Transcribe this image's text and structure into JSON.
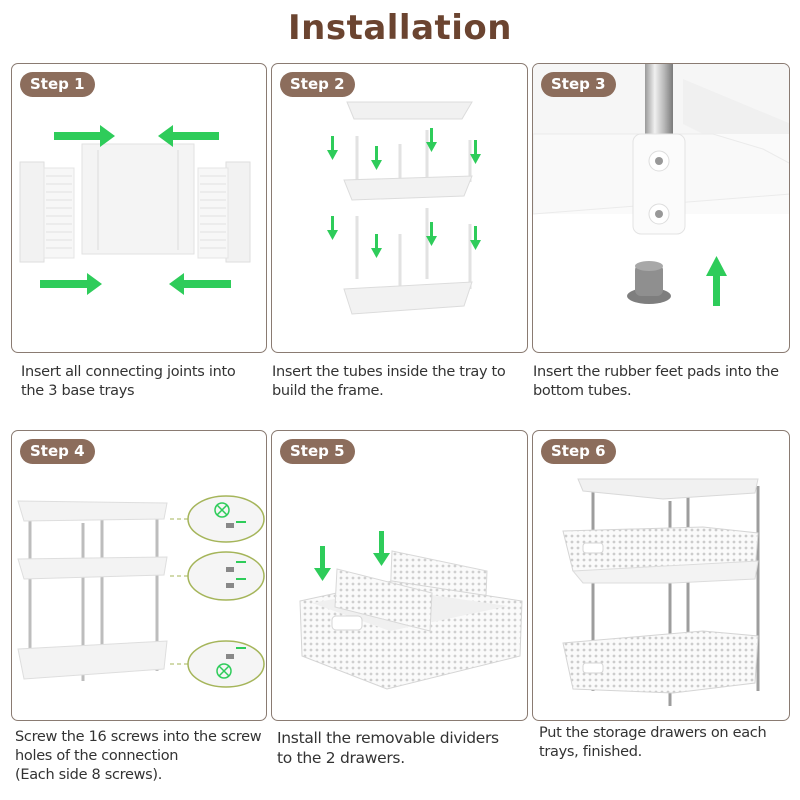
{
  "header": {
    "title": "Installation"
  },
  "colors": {
    "title": "#6b4430",
    "badge": "#8c6d5c",
    "panel_border": "#8a7b72",
    "arrow_green": "#2ecc5a",
    "caption_text": "#333333"
  },
  "steps": [
    {
      "badge": "Step 1",
      "illustration": "trays-with-joints-arrows",
      "caption_lines": [
        "Insert all connecting joints into",
        "the 3 base trays"
      ]
    },
    {
      "badge": "Step 2",
      "illustration": "tubes-into-trays-frame",
      "caption_lines": [
        "Insert the tubes inside the tray to",
        "build the frame."
      ]
    },
    {
      "badge": "Step 3",
      "illustration": "rubber-foot-pad-into-tube",
      "caption_lines": [
        "Insert the rubber feet pads into the",
        "bottom tubes."
      ]
    },
    {
      "badge": "Step 4",
      "illustration": "screws-detail-callouts",
      "caption_lines": [
        "Screw the 16 screws into the screw",
        "holes of the connection",
        "(Each side 8 screws)."
      ]
    },
    {
      "badge": "Step 5",
      "illustration": "dividers-into-drawer",
      "caption_lines": [
        "Install the removable dividers",
        "to the 2 drawers."
      ]
    },
    {
      "badge": "Step 6",
      "illustration": "finished-two-tier-organizer",
      "caption_lines": [
        "Put the storage drawers on each",
        "trays, finished."
      ]
    }
  ]
}
